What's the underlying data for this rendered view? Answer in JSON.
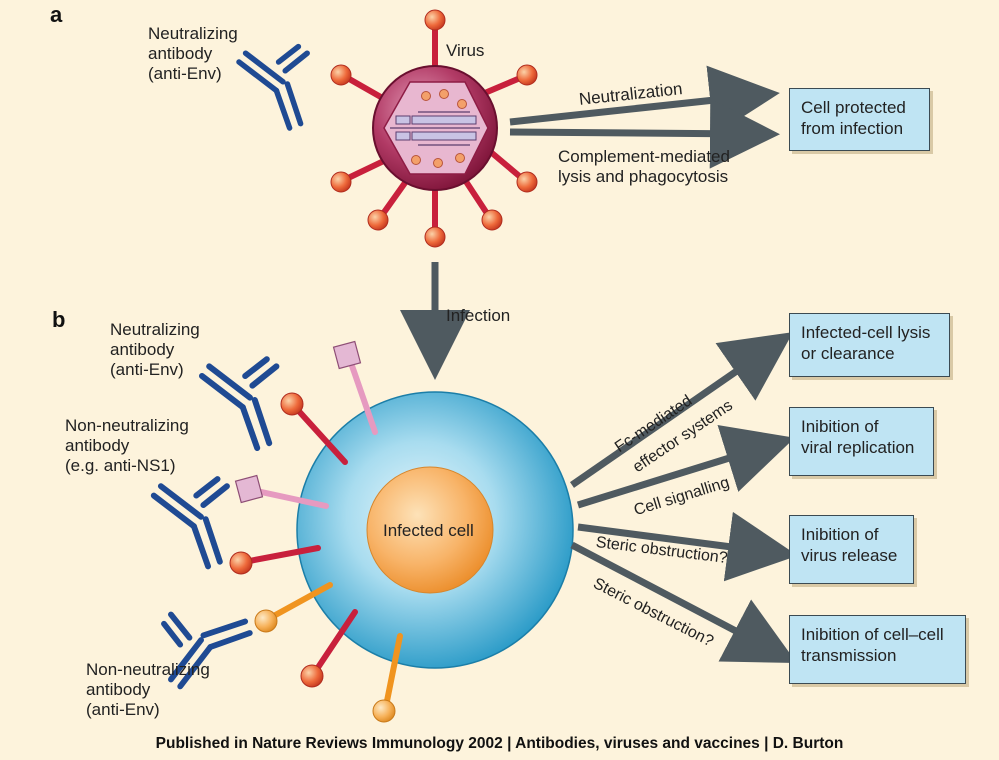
{
  "panel_a": {
    "letter": "a",
    "antibody_label": [
      "Neutralizing",
      "antibody",
      "(anti-Env)"
    ],
    "virus_label": "Virus",
    "arrow_top_label": "Neutralization",
    "arrow_bottom_label": [
      "Complement-mediated",
      "lysis and phagocytosis"
    ],
    "outcome_box": [
      "Cell protected",
      "from infection"
    ]
  },
  "infection_label": "Infection",
  "panel_b": {
    "letter": "b",
    "neutralizing_label": [
      "Neutralizing",
      "antibody",
      "(anti-Env)"
    ],
    "non_neutralizing_ns1_label": [
      "Non-neutralizing",
      "antibody",
      "(e.g. anti-NS1)"
    ],
    "non_neutralizing_env_label": [
      "Non-neutralizing",
      "antibody",
      "(anti-Env)"
    ],
    "cell_label": "Infected cell",
    "arrow_labels": {
      "fc": [
        "Fc-mediated",
        "effector systems"
      ],
      "signalling": "Cell signalling",
      "steric1": "Steric obstruction?",
      "steric2": "Steric obstruction?"
    },
    "outcome_boxes": [
      [
        "Infected-cell lysis",
        "or clearance"
      ],
      [
        "Inibition of",
        "viral replication"
      ],
      [
        "Inibition of",
        "virus release"
      ],
      [
        "Inibition of cell–cell",
        "transmission"
      ]
    ]
  },
  "credit": "Published in Nature Reviews Immunology 2002 | Antibodies, viruses and vaccines | D. Burton",
  "colors": {
    "background": "#fdf3dc",
    "antibody": "#1f4a93",
    "virus_body": "#8e1d45",
    "spike": "#c8203c",
    "spike_tip": "#ee5a33",
    "cell_outer": "#2ba3cf",
    "cell_inner": "#f5a84b",
    "arrow": "#4f5a60",
    "box_fill": "#bfe4f3"
  }
}
